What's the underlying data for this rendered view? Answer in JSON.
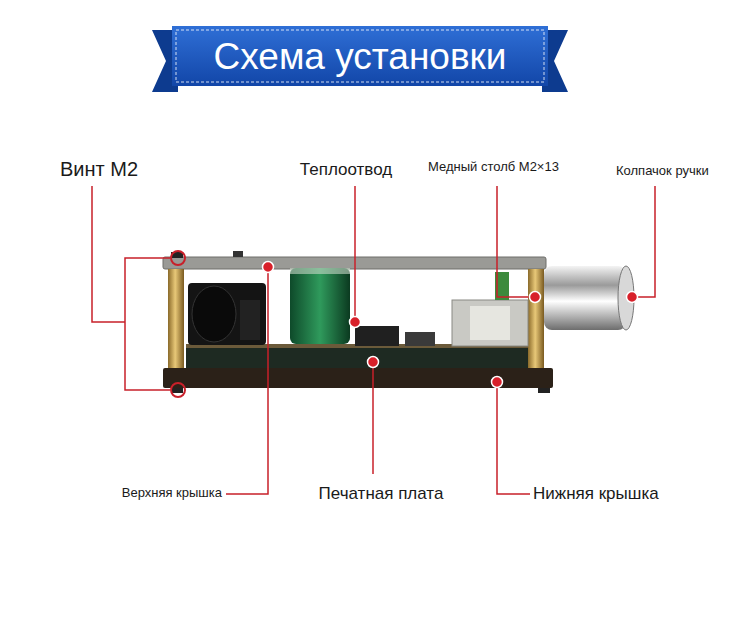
{
  "diagram": {
    "title": "Схема установки",
    "labels": [
      "Винт M2",
      "Теплоотвод",
      "Медный столб M2×13",
      "Колпачок ручки",
      "Верхняя крышка",
      "Печатная плата",
      "Нижняя крышка"
    ]
  }
}
